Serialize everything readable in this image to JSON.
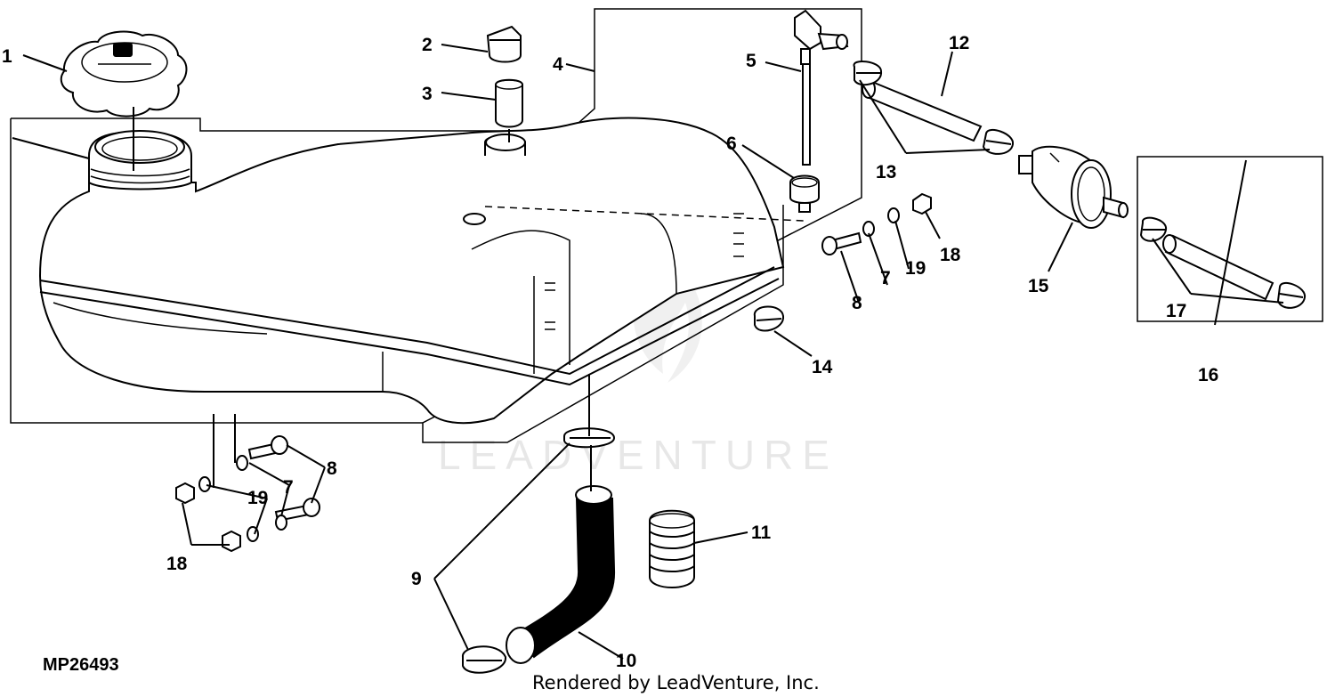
{
  "figure_id": "MP26493",
  "credit": "Rendered by LeadVenture, Inc.",
  "watermark": "LEADVENTURE",
  "callouts": {
    "c1": "1",
    "c2": "2",
    "c3": "3",
    "c4": "4",
    "c5": "5",
    "c6": "6",
    "c7a": "7",
    "c7b": "7",
    "c8a": "8",
    "c8b": "8",
    "c9": "9",
    "c10": "10",
    "c11": "11",
    "c12": "12",
    "c13": "13",
    "c14": "14",
    "c15": "15",
    "c16": "16",
    "c17": "17",
    "c18a": "18",
    "c18b": "18",
    "c19a": "19",
    "c19b": "19"
  }
}
